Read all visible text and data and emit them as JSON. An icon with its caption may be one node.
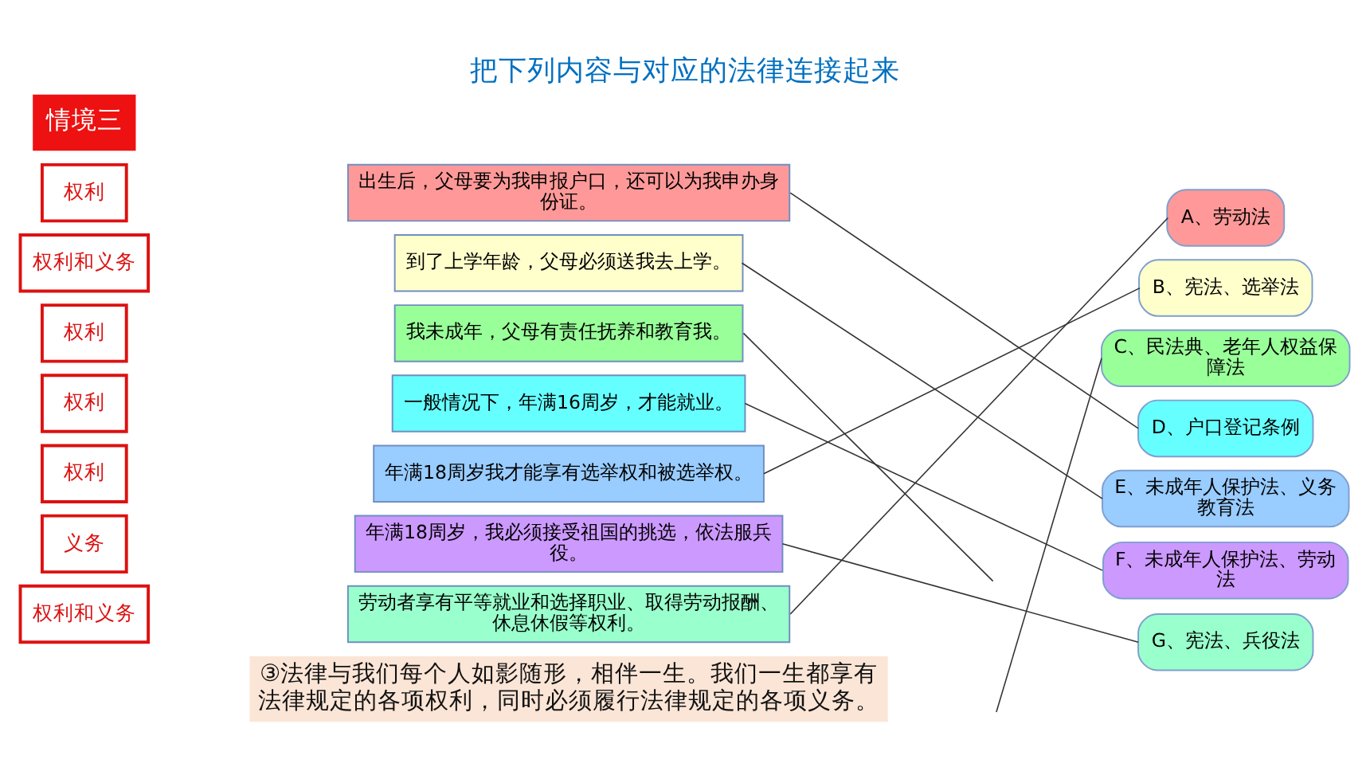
{
  "diagram": {
    "title": "把下列内容与对应的法律连接起来",
    "nodes": [
      {
        "text": [
          "情境三"
        ]
      },
      {
        "text": [
          "权利"
        ]
      },
      {
        "text": [
          "权利和义务"
        ]
      },
      {
        "text": [
          "权利"
        ]
      },
      {
        "text": [
          "权利"
        ]
      },
      {
        "text": [
          "权利"
        ]
      },
      {
        "text": [
          "义务"
        ]
      },
      {
        "text": [
          "权利和义务"
        ]
      },
      {
        "text": [
          "出生后，父母要为我申报户口，还可以为我申办身份证。"
        ]
      },
      {
        "text": [
          "到了上学年龄，父母必须送我去上学。"
        ]
      },
      {
        "text": [
          "我未成年，父母有责任抚养和教育我。"
        ]
      },
      {
        "text": [
          "一般情况下，年满16周岁，才能就业。"
        ]
      },
      {
        "text": [
          "年满18周岁我才能享有选举权和被选举权。"
        ]
      },
      {
        "text": [
          "年满18周岁，我必须接受祖国的挑选，依法服兵役。"
        ]
      },
      {
        "text": [
          "劳动者享有平等就业和选择职业、取得劳动报酬、休息休假等权利。"
        ]
      },
      {
        "text": [
          "A、劳动法"
        ]
      },
      {
        "text": [
          "B、宪法、选举法"
        ]
      },
      {
        "text": [
          "C、民法典、老年人权益保障法"
        ]
      },
      {
        "text": [
          "D、户口登记条例"
        ]
      },
      {
        "text": [
          "E、未成年人保护法、义务教育法"
        ]
      },
      {
        "text": [
          "F、未成年人保护法、劳动法"
        ]
      },
      {
        "text": [
          "G、宪法、兵役法"
        ]
      },
      {
        "text": [
          "③法律与我们每个人如影随形，相伴一生。我们一生都享有法律规定的各项权利，同时必须履行法律规定的各项义务。"
        ]
      }
    ],
    "edges": [
      {
        "from": 8,
        "to": 18,
        "arrow": "none"
      },
      {
        "from": 9,
        "to": 19,
        "arrow": "none"
      },
      {
        "from": 10,
        "to": null,
        "arrow": "none"
      },
      {
        "from": 11,
        "to": 20,
        "arrow": "none"
      },
      {
        "from": 12,
        "to": 16,
        "arrow": "none"
      },
      {
        "from": 13,
        "to": 21,
        "arrow": "none"
      },
      {
        "from": 14,
        "to": 15,
        "arrow": "none"
      },
      {
        "from": null,
        "to": 17,
        "arrow": "none"
      }
    ]
  }
}
